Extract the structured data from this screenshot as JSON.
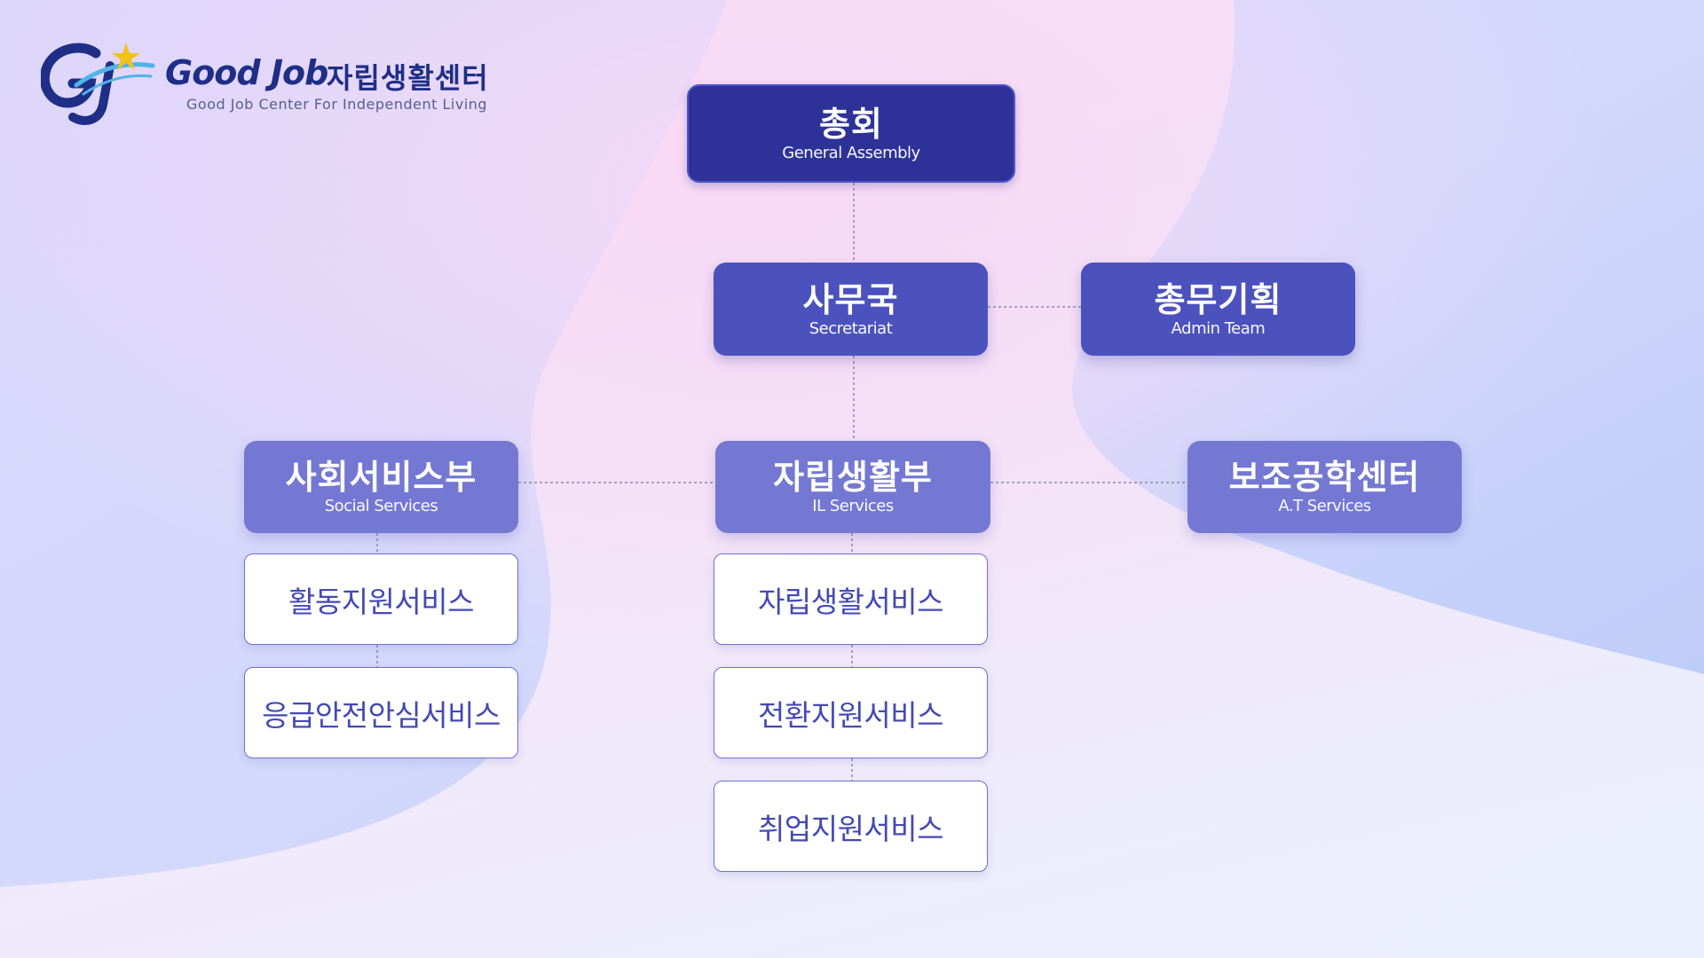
{
  "logo": {
    "name": "Good Job",
    "korean": "자립생활센터",
    "subtitle": "Good Job Center For Independent Living"
  },
  "nodes": {
    "general_assembly": {
      "ko": "총회",
      "en": "General Assembly"
    },
    "secretariat": {
      "ko": "사무국",
      "en": "Secretariat"
    },
    "admin_team": {
      "ko": "총무기획",
      "en": "Admin Team"
    },
    "social_services": {
      "ko": "사회서비스부",
      "en": "Social Services"
    },
    "il_services": {
      "ko": "자립생활부",
      "en": "IL Services"
    },
    "at_services": {
      "ko": "보조공학센터",
      "en": "A.T Services"
    }
  },
  "services": {
    "social": [
      "활동지원서비스",
      "응급안전안심서비스"
    ],
    "il": [
      "자립생활서비스",
      "전환지원서비스",
      "취업지원서비스"
    ]
  },
  "colors": {
    "level0": "#2e3298",
    "level1": "#4b52be",
    "level2": "#7478d3",
    "service_text": "#4449b5",
    "connector": "#8a8aa8"
  }
}
